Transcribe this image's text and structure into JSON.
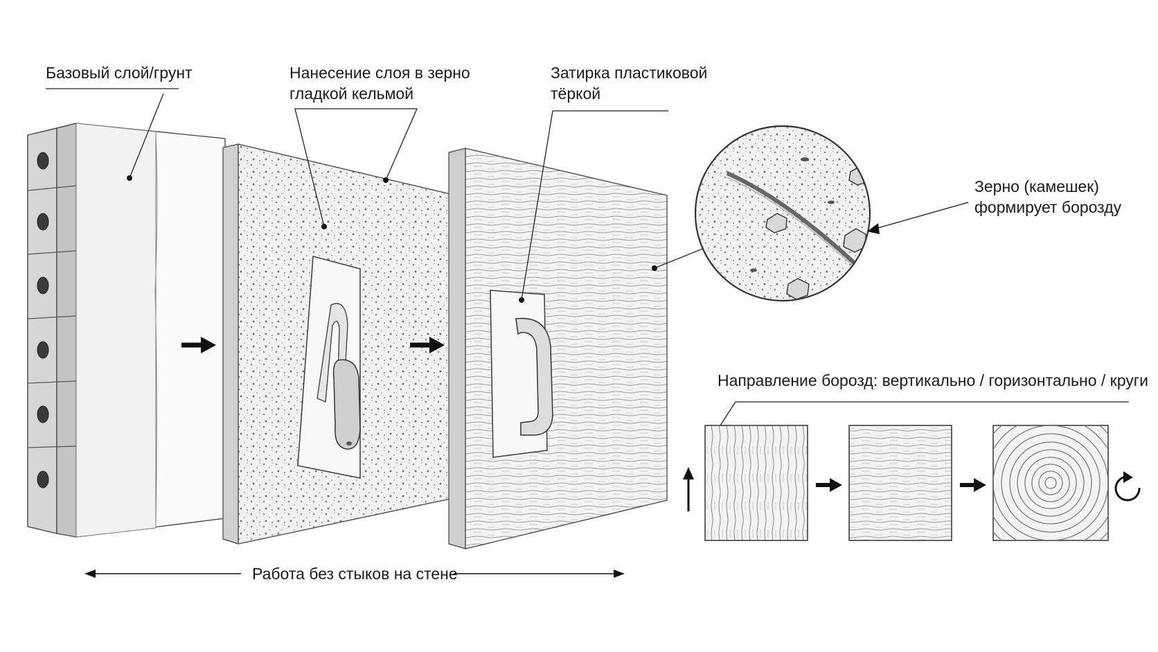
{
  "labels": {
    "base": "Базовый слой/грунт",
    "apply_line1": "Нанесение слоя в зерно",
    "apply_line2": "гладкой кельмой",
    "float_line1": "Затирка пластиковой",
    "float_line2": "тёркой",
    "grain_line1": "Зерно (камешек)",
    "grain_line2": "формирует борозду",
    "direction": "Направление борозд: вертикально / горизонтально / круги",
    "seamless": "Работа без стыков на стене"
  },
  "palette": {
    "ink": "#1b1b1b",
    "panel_face": "#f4f4f4",
    "brick": "#d9d9d9",
    "brick_dark": "#9a9a9a",
    "arrow": "#111111"
  },
  "icons": [
    "arrow-right-icon",
    "arrow-up-icon",
    "rotate-clockwise-icon",
    "trowel-icon",
    "plastic-float-icon",
    "magnifier-circle-icon"
  ]
}
